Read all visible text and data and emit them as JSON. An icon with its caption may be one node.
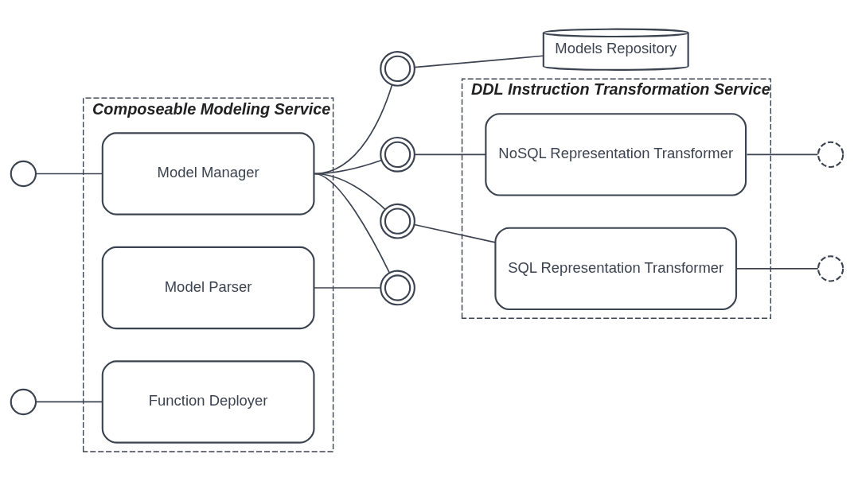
{
  "diagram": {
    "nodes": [
      {
        "text": [
          "Composeable Modeling Service"
        ]
      },
      {
        "text": [
          "Model Manager"
        ],
        "in": 0
      },
      {
        "text": [
          "Model Parser"
        ],
        "in": 0
      },
      {
        "text": [
          "Function Deployer"
        ],
        "in": 0
      },
      {
        "text": [
          "DDL Instruction Transformation Service"
        ]
      },
      {
        "text": [
          "NoSQL Representation Transformer"
        ],
        "in": 4
      },
      {
        "text": [
          "SQL Representation Transformer"
        ],
        "in": 4
      },
      {
        "text": [
          "Models Repository"
        ]
      },
      {
        "text": [],
        "shape": "circle"
      },
      {
        "text": [],
        "shape": "circle"
      },
      {
        "text": [],
        "shape": "circle"
      },
      {
        "text": [],
        "shape": "arc"
      },
      {
        "text": [],
        "shape": "arc"
      },
      {
        "text": [],
        "shape": "circle"
      },
      {
        "text": [],
        "shape": "circle"
      },
      {
        "text": [],
        "shape": "circle"
      }
    ],
    "edges": [
      {
        "from": 8,
        "to": 1,
        "arrow": "none"
      },
      {
        "from": 9,
        "to": 3,
        "arrow": "none"
      },
      {
        "from": 1,
        "to": 10,
        "arrow": "none"
      },
      {
        "from": 10,
        "to": 7,
        "arrow": "none"
      },
      {
        "from": 1,
        "to": 13,
        "arrow": "none"
      },
      {
        "from": 13,
        "to": 5,
        "arrow": "none"
      },
      {
        "from": 1,
        "to": 14,
        "arrow": "none"
      },
      {
        "from": 14,
        "to": 6,
        "arrow": "none"
      },
      {
        "from": 1,
        "to": 15,
        "arrow": "none"
      },
      {
        "from": 15,
        "to": 2,
        "arrow": "none"
      },
      {
        "from": 5,
        "to": 11,
        "arrow": "none"
      },
      {
        "from": 6,
        "to": 12,
        "arrow": "none"
      }
    ]
  }
}
